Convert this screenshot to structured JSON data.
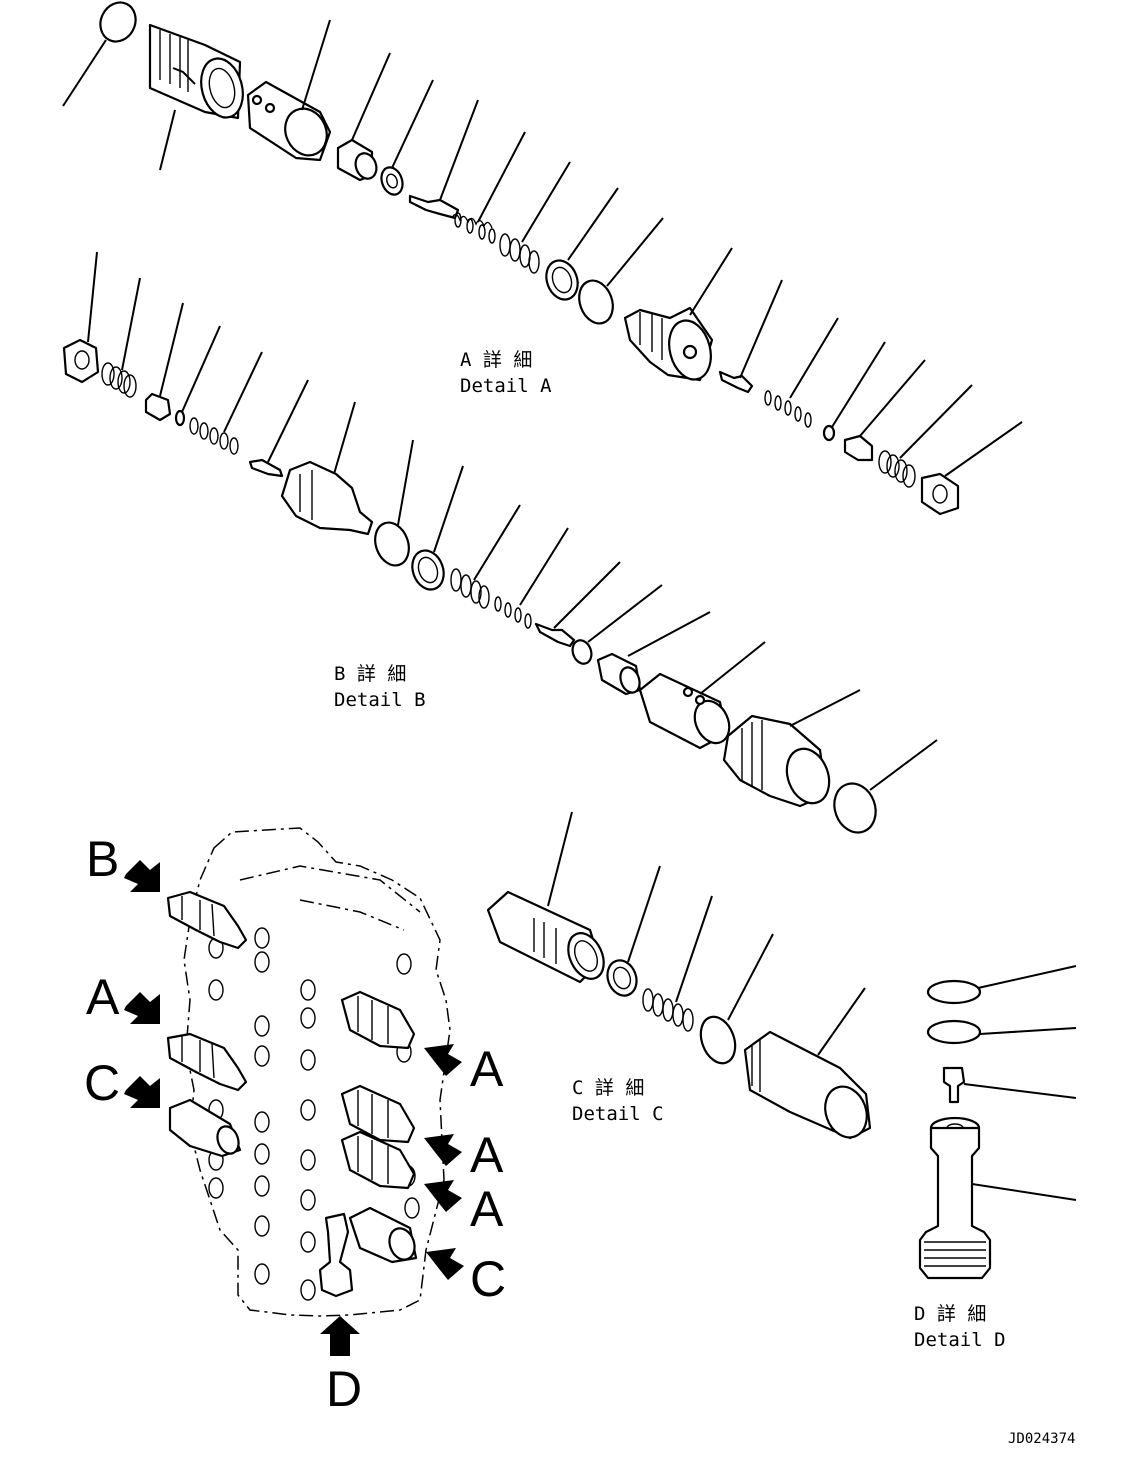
{
  "details": {
    "a": {
      "jp": "A 詳 細",
      "en": "Detail A"
    },
    "b": {
      "jp": "B 詳 細",
      "en": "Detail B"
    },
    "c": {
      "jp": "C 詳 細",
      "en": "Detail C"
    },
    "d": {
      "jp": "D 詳 細",
      "en": "Detail D"
    }
  },
  "callouts": {
    "left": [
      "B",
      "A",
      "C"
    ],
    "right": [
      "A",
      "A",
      "A",
      "C"
    ],
    "bottom": "D"
  },
  "drawing_code": "JD024374"
}
